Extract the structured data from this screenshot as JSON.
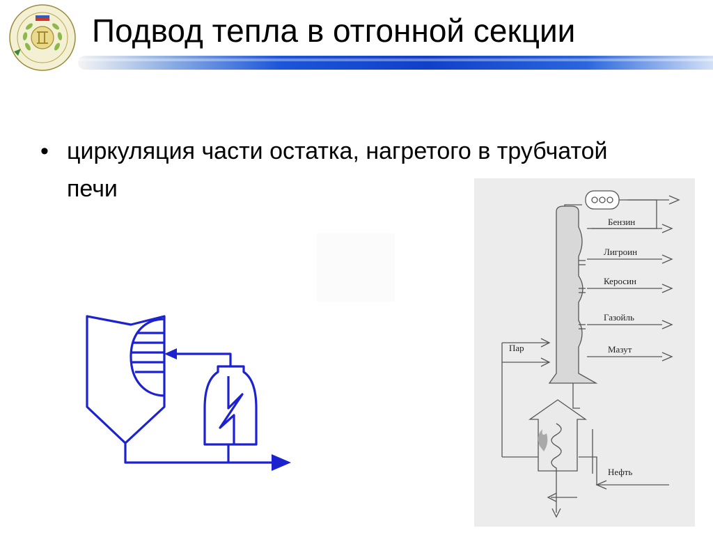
{
  "slide": {
    "title": "Подвод тепла в отгонной секции",
    "bullet": "циркуляция части остатка, нагретого в трубчатой печи",
    "bullet_marker": "•"
  },
  "diagram": {
    "labels": {
      "benzin": "Бензин",
      "ligroin": "Лигроин",
      "kerosin": "Керосин",
      "gazoil": "Газойль",
      "mazut": "Мазут",
      "par": "Пар",
      "neft": "Нефть"
    }
  },
  "colors": {
    "scheme_blue": "#1d22d0",
    "title_bar_blue": "#1140c8"
  }
}
